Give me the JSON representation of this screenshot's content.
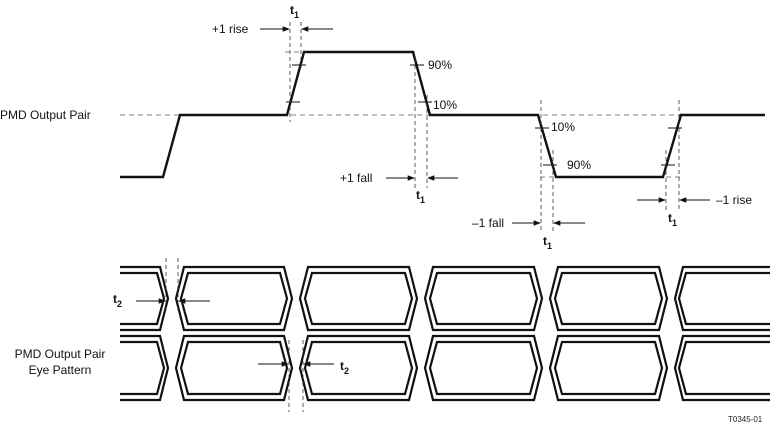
{
  "labels": {
    "pmd_output_pair": "PMD Output Pair",
    "eye_line1": "PMD Output Pair",
    "eye_line2": "Eye Pattern",
    "plus1_rise": "+1 rise",
    "plus1_fall": "+1 fall",
    "minus1_fall": "–1 fall",
    "minus1_rise": "–1 rise",
    "pct90_a": "90%",
    "pct10_a": "10%",
    "pct10_b": "10%",
    "pct90_b": "90%",
    "t": "t",
    "sub1": "1",
    "sub2": "2",
    "figure_id": "T0345-01"
  },
  "colors": {
    "ink": "#111111",
    "dash": "#555555"
  },
  "icons": {
    "arrow": "filled-arrowhead"
  }
}
